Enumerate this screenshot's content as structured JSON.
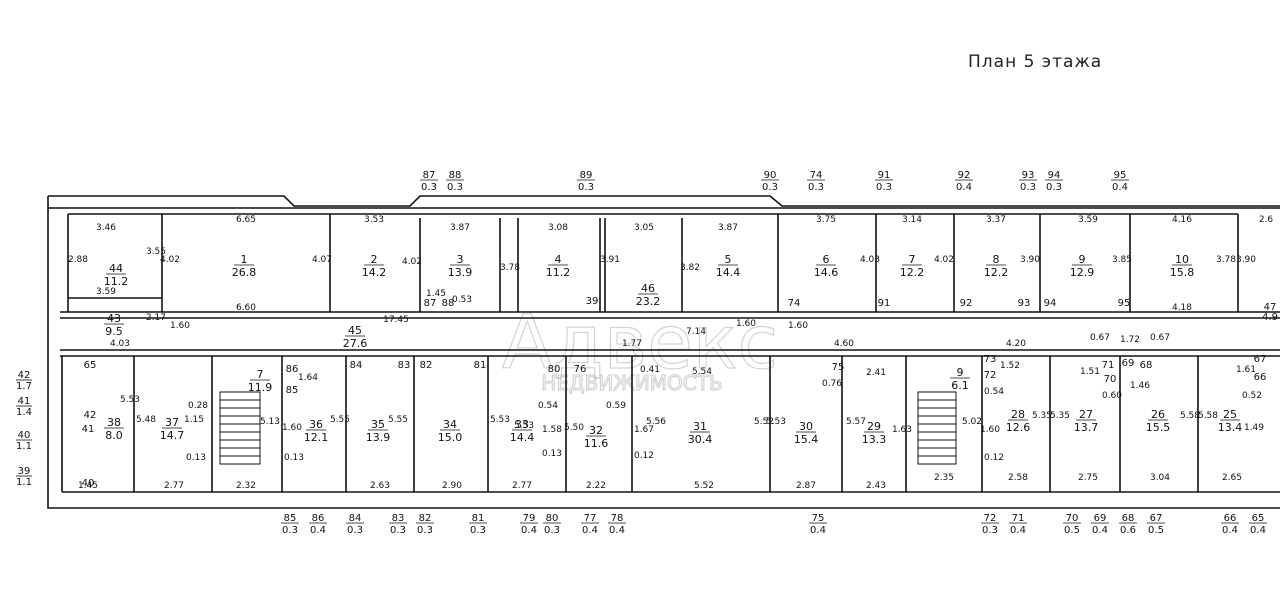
{
  "title": "План 5 этажа",
  "watermark": {
    "main": "Адвекс",
    "sub": "НЕДВИЖИМОСТЬ"
  },
  "rooms": [
    {
      "id": "1",
      "area": "26.8"
    },
    {
      "id": "2",
      "area": "14.2"
    },
    {
      "id": "3",
      "area": "13.9"
    },
    {
      "id": "4",
      "area": "11.2"
    },
    {
      "id": "5",
      "area": "14.4"
    },
    {
      "id": "6",
      "area": "14.6"
    },
    {
      "id": "7",
      "area": "12.2"
    },
    {
      "id": "8",
      "area": "12.2"
    },
    {
      "id": "9",
      "area": "12.9"
    },
    {
      "id": "10",
      "area": "15.8"
    },
    {
      "id": "44",
      "area": "11.2"
    },
    {
      "id": "43",
      "area": "9.5"
    },
    {
      "id": "45",
      "area": "27.6"
    },
    {
      "id": "46",
      "area": "23.2"
    },
    {
      "id": "37",
      "area": "14.7"
    },
    {
      "id": "38",
      "area": "8.0"
    },
    {
      "id": "7",
      "area": "11.9"
    },
    {
      "id": "36",
      "area": "12.1"
    },
    {
      "id": "35",
      "area": "13.9"
    },
    {
      "id": "34",
      "area": "15.0"
    },
    {
      "id": "33",
      "area": "14.4"
    },
    {
      "id": "32",
      "area": "11.6"
    },
    {
      "id": "31",
      "area": "30.4"
    },
    {
      "id": "30",
      "area": "15.4"
    },
    {
      "id": "29",
      "area": "13.3"
    },
    {
      "id": "9",
      "area": "6.1"
    },
    {
      "id": "28",
      "area": "12.6"
    },
    {
      "id": "27",
      "area": "13.7"
    },
    {
      "id": "26",
      "area": "15.5"
    },
    {
      "id": "25",
      "area": "13.4"
    }
  ],
  "small_cells": [
    "87",
    "88",
    "93",
    "94",
    "74",
    "91",
    "92",
    "95",
    "86",
    "85",
    "84",
    "83",
    "82",
    "81",
    "80",
    "76",
    "75",
    "73",
    "72",
    "71",
    "70",
    "69",
    "68",
    "67",
    "66",
    "65",
    "42",
    "41",
    "40",
    "39",
    "78"
  ],
  "window_markers_top": [
    {
      "id": "87",
      "area": "0.3"
    },
    {
      "id": "88",
      "area": "0.3"
    },
    {
      "id": "89",
      "area": "0.3"
    },
    {
      "id": "90",
      "area": "0.3"
    },
    {
      "id": "74",
      "area": "0.3"
    },
    {
      "id": "91",
      "area": "0.3"
    },
    {
      "id": "92",
      "area": "0.4"
    },
    {
      "id": "93",
      "area": "0.3"
    },
    {
      "id": "94",
      "area": "0.3"
    },
    {
      "id": "95",
      "area": "0.4"
    }
  ],
  "window_markers_bottom": [
    {
      "id": "85",
      "area": "0.3"
    },
    {
      "id": "86",
      "area": "0.4"
    },
    {
      "id": "84",
      "area": "0.3"
    },
    {
      "id": "83",
      "area": "0.3"
    },
    {
      "id": "82",
      "area": "0.3"
    },
    {
      "id": "81",
      "area": "0.3"
    },
    {
      "id": "79",
      "area": "0.4"
    },
    {
      "id": "80",
      "area": "0.3"
    },
    {
      "id": "77",
      "area": "0.4"
    },
    {
      "id": "78",
      "area": "0.4"
    },
    {
      "id": "75",
      "area": "0.4"
    },
    {
      "id": "72",
      "area": "0.3"
    },
    {
      "id": "71",
      "area": "0.4"
    },
    {
      "id": "70",
      "area": "0.5"
    },
    {
      "id": "69",
      "area": "0.4"
    },
    {
      "id": "68",
      "area": "0.6"
    },
    {
      "id": "67",
      "area": "0.5"
    },
    {
      "id": "66",
      "area": "0.4"
    },
    {
      "id": "65",
      "area": "0.4"
    }
  ],
  "side_markers_left": [
    {
      "id": "42",
      "area": "1.7"
    },
    {
      "id": "41",
      "area": "1.4"
    },
    {
      "id": "40",
      "area": "1.1"
    },
    {
      "id": "39",
      "area": "1.1"
    }
  ],
  "side_markers_right": [
    {
      "id": "47",
      "area": "4.9"
    }
  ],
  "dimensions": [
    "3.46",
    "2.88",
    "3.55",
    "3.59",
    "6.65",
    "4.02",
    "4.07",
    "6.60",
    "3.53",
    "4.02",
    "3.87",
    "3.78",
    "1.45",
    "0.53",
    "3.08",
    "3.05",
    "3.91",
    "3.82",
    "3.87",
    "3.75",
    "4.03",
    "3.14",
    "4.02",
    "3.37",
    "3.90",
    "3.59",
    "3.85",
    "4.16",
    "3.78",
    "4.18",
    "3.90",
    "2.6",
    "17.45",
    "2.17",
    "4.03",
    "1.60",
    "7.14",
    "1.60",
    "1.60",
    "4.60",
    "4.20",
    "1.72",
    "0.67",
    "0.67",
    "1.77",
    "5.54",
    "0.41",
    "0.76",
    "2.41",
    "1.64",
    "5.53",
    "5.48",
    "0.28",
    "1.15",
    "0.13",
    "2.77",
    "1.45",
    "2.32",
    "5.13",
    "1.60",
    "5.55",
    "0.13",
    "5.55",
    "2.63",
    "5.53",
    "2.90",
    "5.53",
    "1.58",
    "0.13",
    "2.77",
    "0.54",
    "5.50",
    "0.59",
    "2.22",
    "1.67",
    "5.56",
    "0.12",
    "5.52",
    "5.52",
    "5.53",
    "2.87",
    "5.57",
    "1.63",
    "2.43",
    "2.35",
    "5.02",
    "1.52",
    "0.54",
    "1.60",
    "5.35",
    "0.12",
    "2.58",
    "1.51",
    "5.35",
    "2.75",
    "1.46",
    "0.60",
    "3.04",
    "5.58",
    "5.58",
    "1.61",
    "0.52",
    "1.49",
    "2.65"
  ]
}
